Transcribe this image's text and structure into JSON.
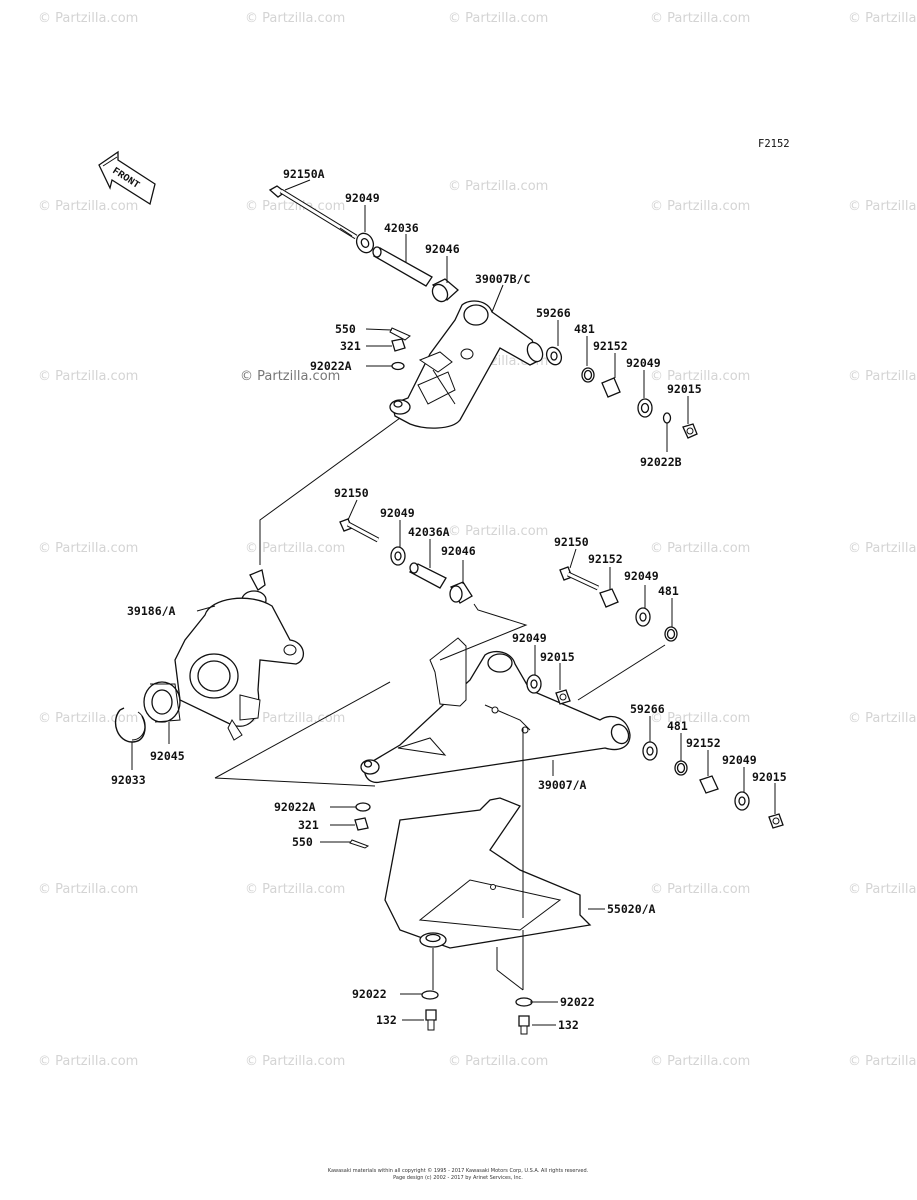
{
  "diagram": {
    "figure_code": "F2152",
    "front_label": "FRONT",
    "watermark": "© Partzilla.com",
    "footer_line1": "Kawasaki materials within all copyright © 1995 - 2017 Kawasaki Motors Corp, U.S.A. All rights reserved.",
    "footer_line2": "Page design (c) 2002 - 2017 by Arinet Services, Inc.",
    "labels": {
      "p92150A": "92150A",
      "p92049_a": "92049",
      "p42036": "42036",
      "p92046_a": "92046",
      "p39007BC": "39007B/C",
      "p550_a": "550",
      "p321_a": "321",
      "p92022A_a": "92022A",
      "p59266_a": "59266",
      "p481_a": "481",
      "p92152_a": "92152",
      "p92049_b": "92049",
      "p92015_a": "92015",
      "p92022B": "92022B",
      "p92150_a": "92150",
      "p92049_c": "92049",
      "p42036A": "42036A",
      "p92046_b": "92046",
      "p92150_b": "92150",
      "p92152_b": "92152",
      "p92049_d": "92049",
      "p481_b": "481",
      "p39186A": "39186/A",
      "p92049_e": "92049",
      "p92015_b": "92015",
      "p92045": "92045",
      "p92033": "92033",
      "p59266_b": "59266",
      "p481_c": "481",
      "p92152_c": "92152",
      "p92049_f": "92049",
      "p92015_c": "92015",
      "p39007A": "39007/A",
      "p92022A_b": "92022A",
      "p321_b": "321",
      "p550_b": "550",
      "p55020A": "55020/A",
      "p92022_a": "92022",
      "p92022_b": "92022",
      "p132_a": "132",
      "p132_b": "132"
    }
  }
}
